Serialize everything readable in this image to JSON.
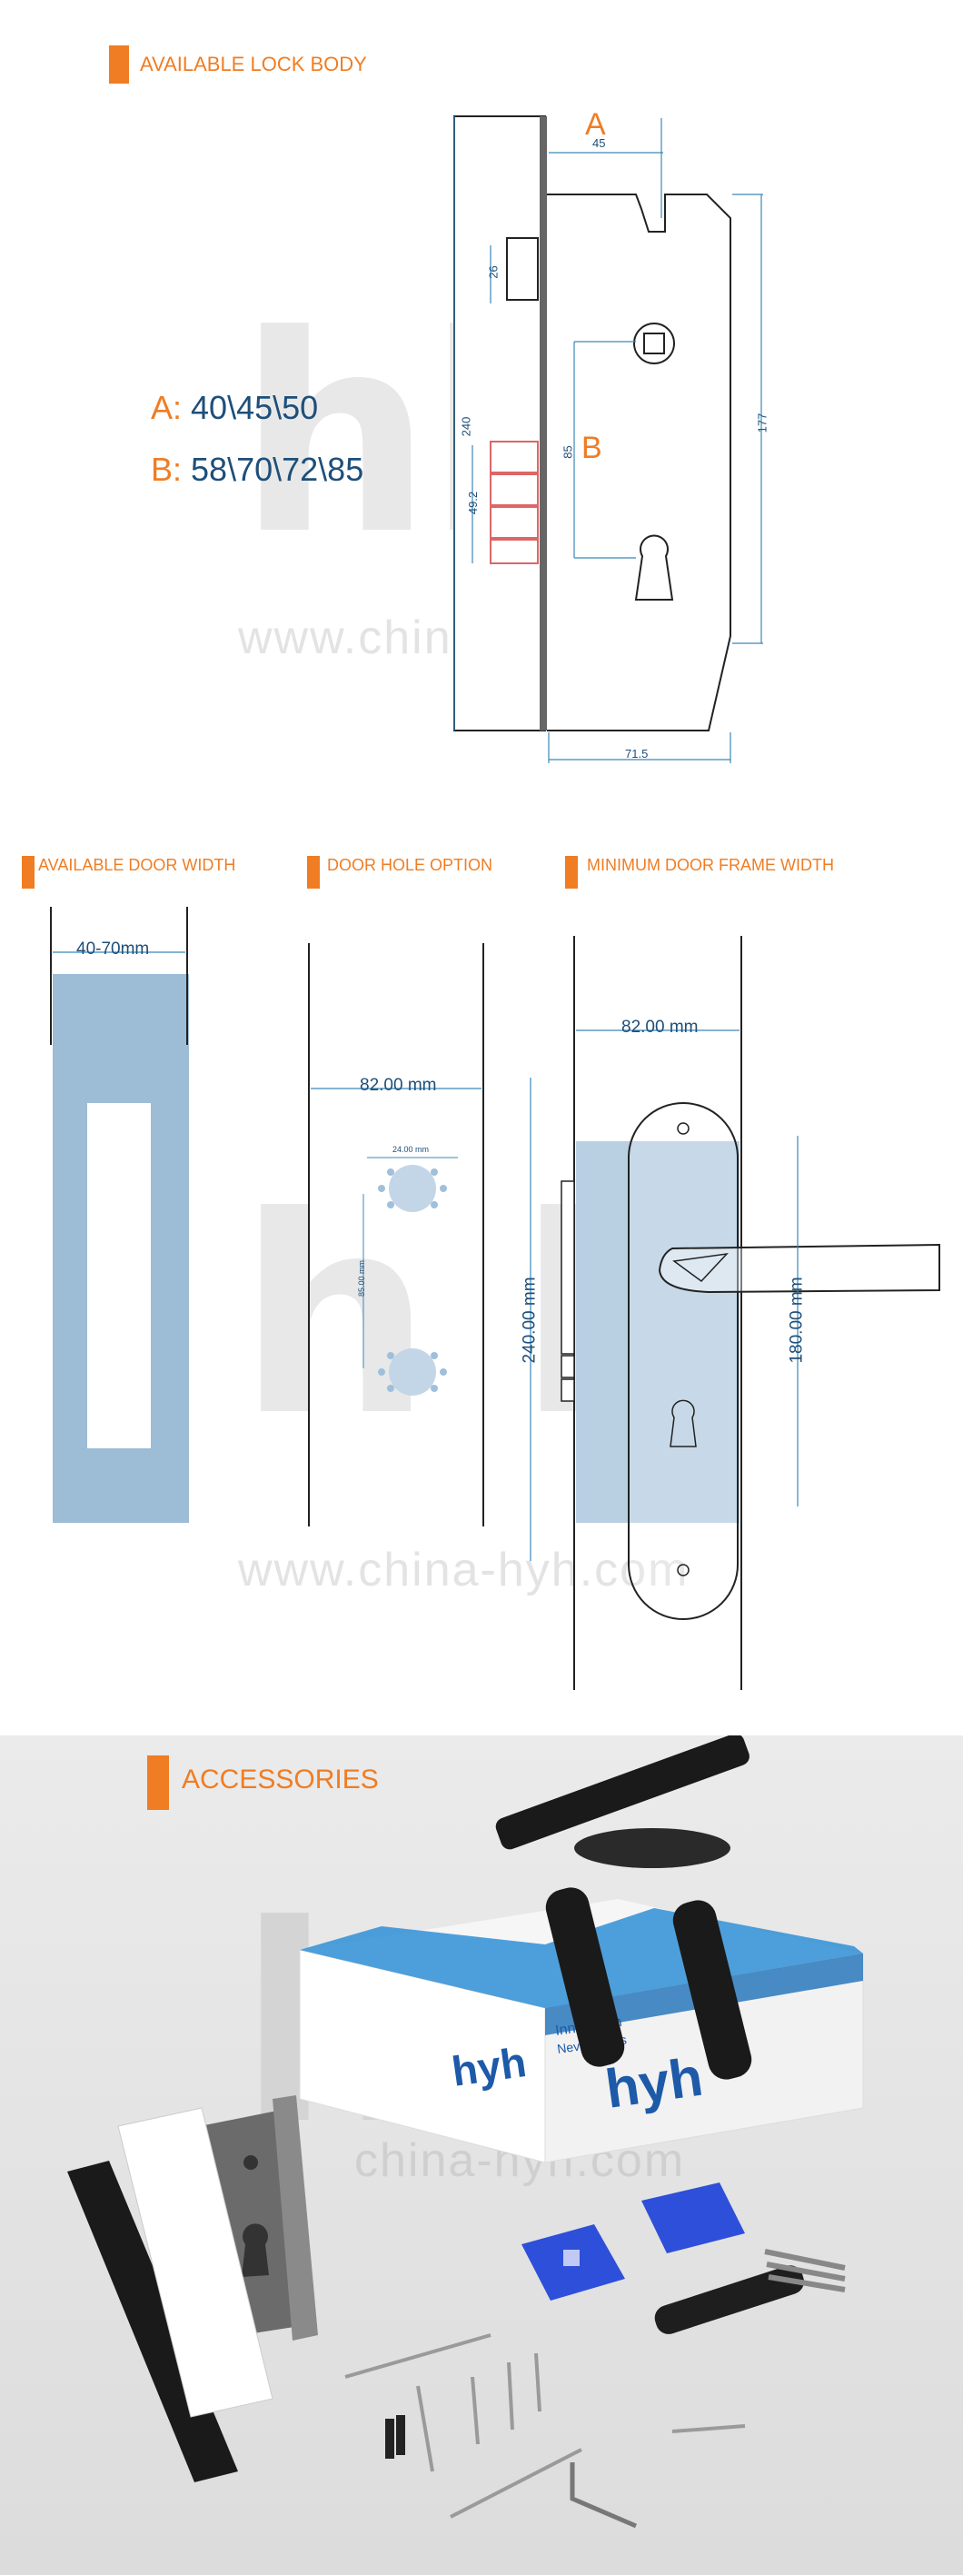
{
  "lock_body": {
    "header": "AVAILABLE LOCK BODY",
    "option_a": {
      "letter": "A:",
      "values": "40\\45\\50"
    },
    "option_b": {
      "letter": "B:",
      "values": "58\\70\\72\\85"
    },
    "marker_a": "A",
    "marker_b": "B",
    "dims": {
      "backset": "45",
      "face_plate": "240",
      "latch": "26",
      "bolt": "49.2",
      "center": "85",
      "height": "177",
      "depth": "71.5"
    },
    "watermark_url": "www.china-hyh.com"
  },
  "door": {
    "header_width": "AVAILABLE DOOR WIDTH",
    "header_hole": "DOOR HOLE OPTION",
    "header_frame": "MINIMUM DOOR FRAME WIDTH",
    "door_width": "40-70mm",
    "hole_width": "82.00 mm",
    "hole_spacing_small": "24.00 mm",
    "hole_spacing_v": "85.00 mm",
    "frame_width": "82.00 mm",
    "plate_height": "240.00 mm",
    "handle_height": "180.00 mm",
    "watermark_url": "www.china-hyh.com"
  },
  "accessories": {
    "header": "ACCESSORIES",
    "box_brand": "hyh",
    "box_slogan_1": "Innovation",
    "box_slogan_2": "Never Stops",
    "watermark_url": "china-hyh.com"
  },
  "colors": {
    "accent": "#f07d23",
    "navy": "#1d4f7a",
    "door_blue": "#9dbcd6",
    "line_blue": "#3a88b8"
  }
}
